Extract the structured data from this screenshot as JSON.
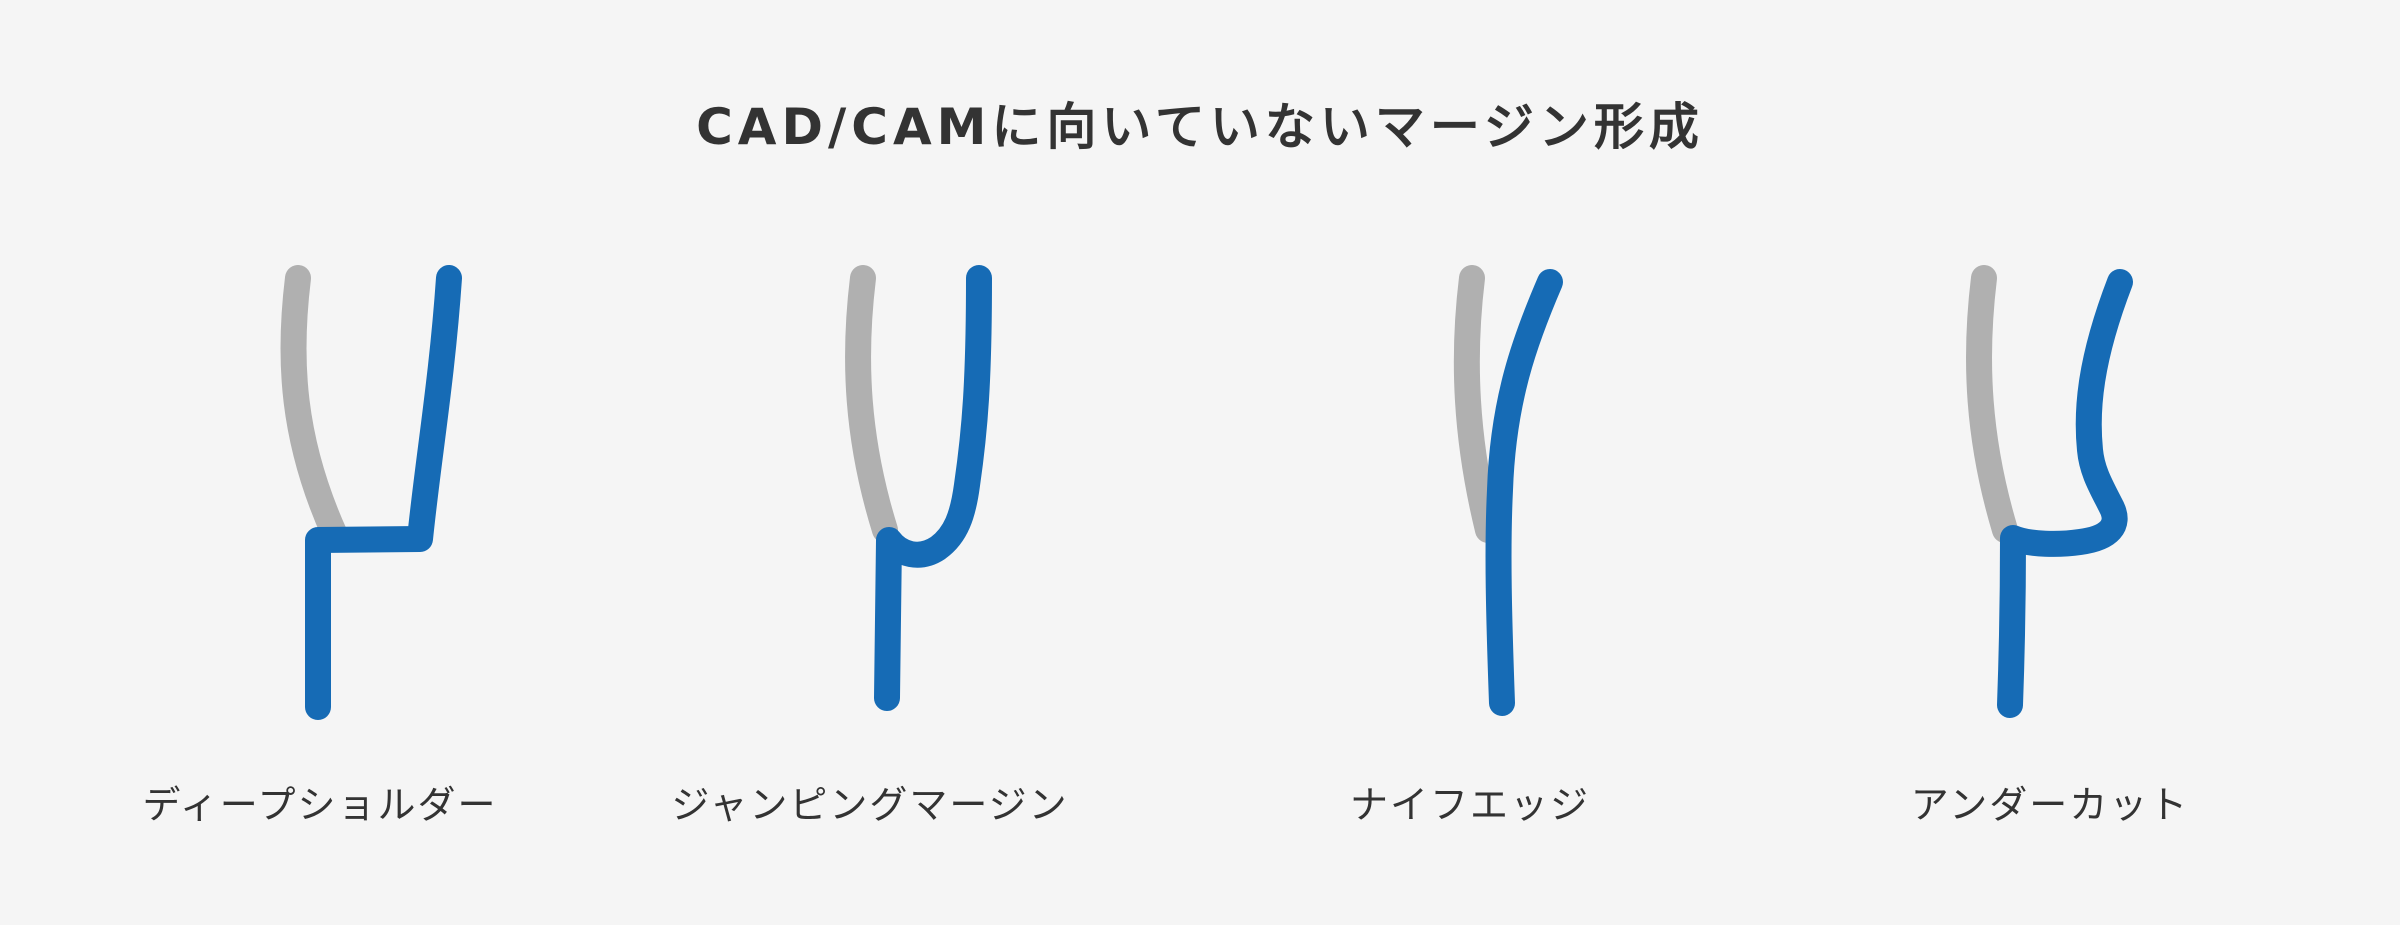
{
  "title": "CAD/CAMに向いていないマージン形成",
  "colors": {
    "background": "#f5f5f5",
    "tissue_line": "#b0b0b0",
    "preparation_line": "#166bb5",
    "text": "#333333"
  },
  "panels": [
    {
      "label": "ディープショルダー"
    },
    {
      "label": "ジャンピングマージン"
    },
    {
      "label": "ナイフエッジ"
    },
    {
      "label": "アンダーカット"
    }
  ]
}
